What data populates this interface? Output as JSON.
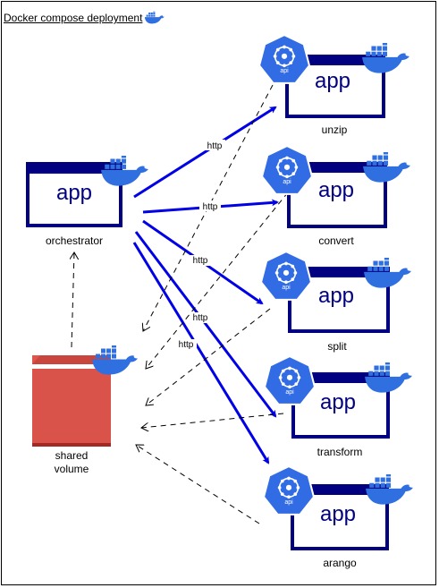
{
  "title": "Docker compose deployment",
  "app_text": "app",
  "api_text": "api",
  "edge_label": "http",
  "orchestrator": {
    "label": "orchestrator"
  },
  "volume": {
    "label_line1": "shared",
    "label_line2": "volume"
  },
  "services": [
    {
      "id": "unzip",
      "label": "unzip"
    },
    {
      "id": "convert",
      "label": "convert"
    },
    {
      "id": "split",
      "label": "split"
    },
    {
      "id": "transform",
      "label": "transform"
    },
    {
      "id": "arango",
      "label": "arango"
    }
  ],
  "colors": {
    "navy": "#000080",
    "docker": "#2f6fe0",
    "api": "#326ce5",
    "arrow": "#0000e6",
    "dashed": "#000000",
    "volume_front": "#d9534a",
    "volume_top": "#e0544a",
    "volume_shadow": "#a12b24"
  }
}
